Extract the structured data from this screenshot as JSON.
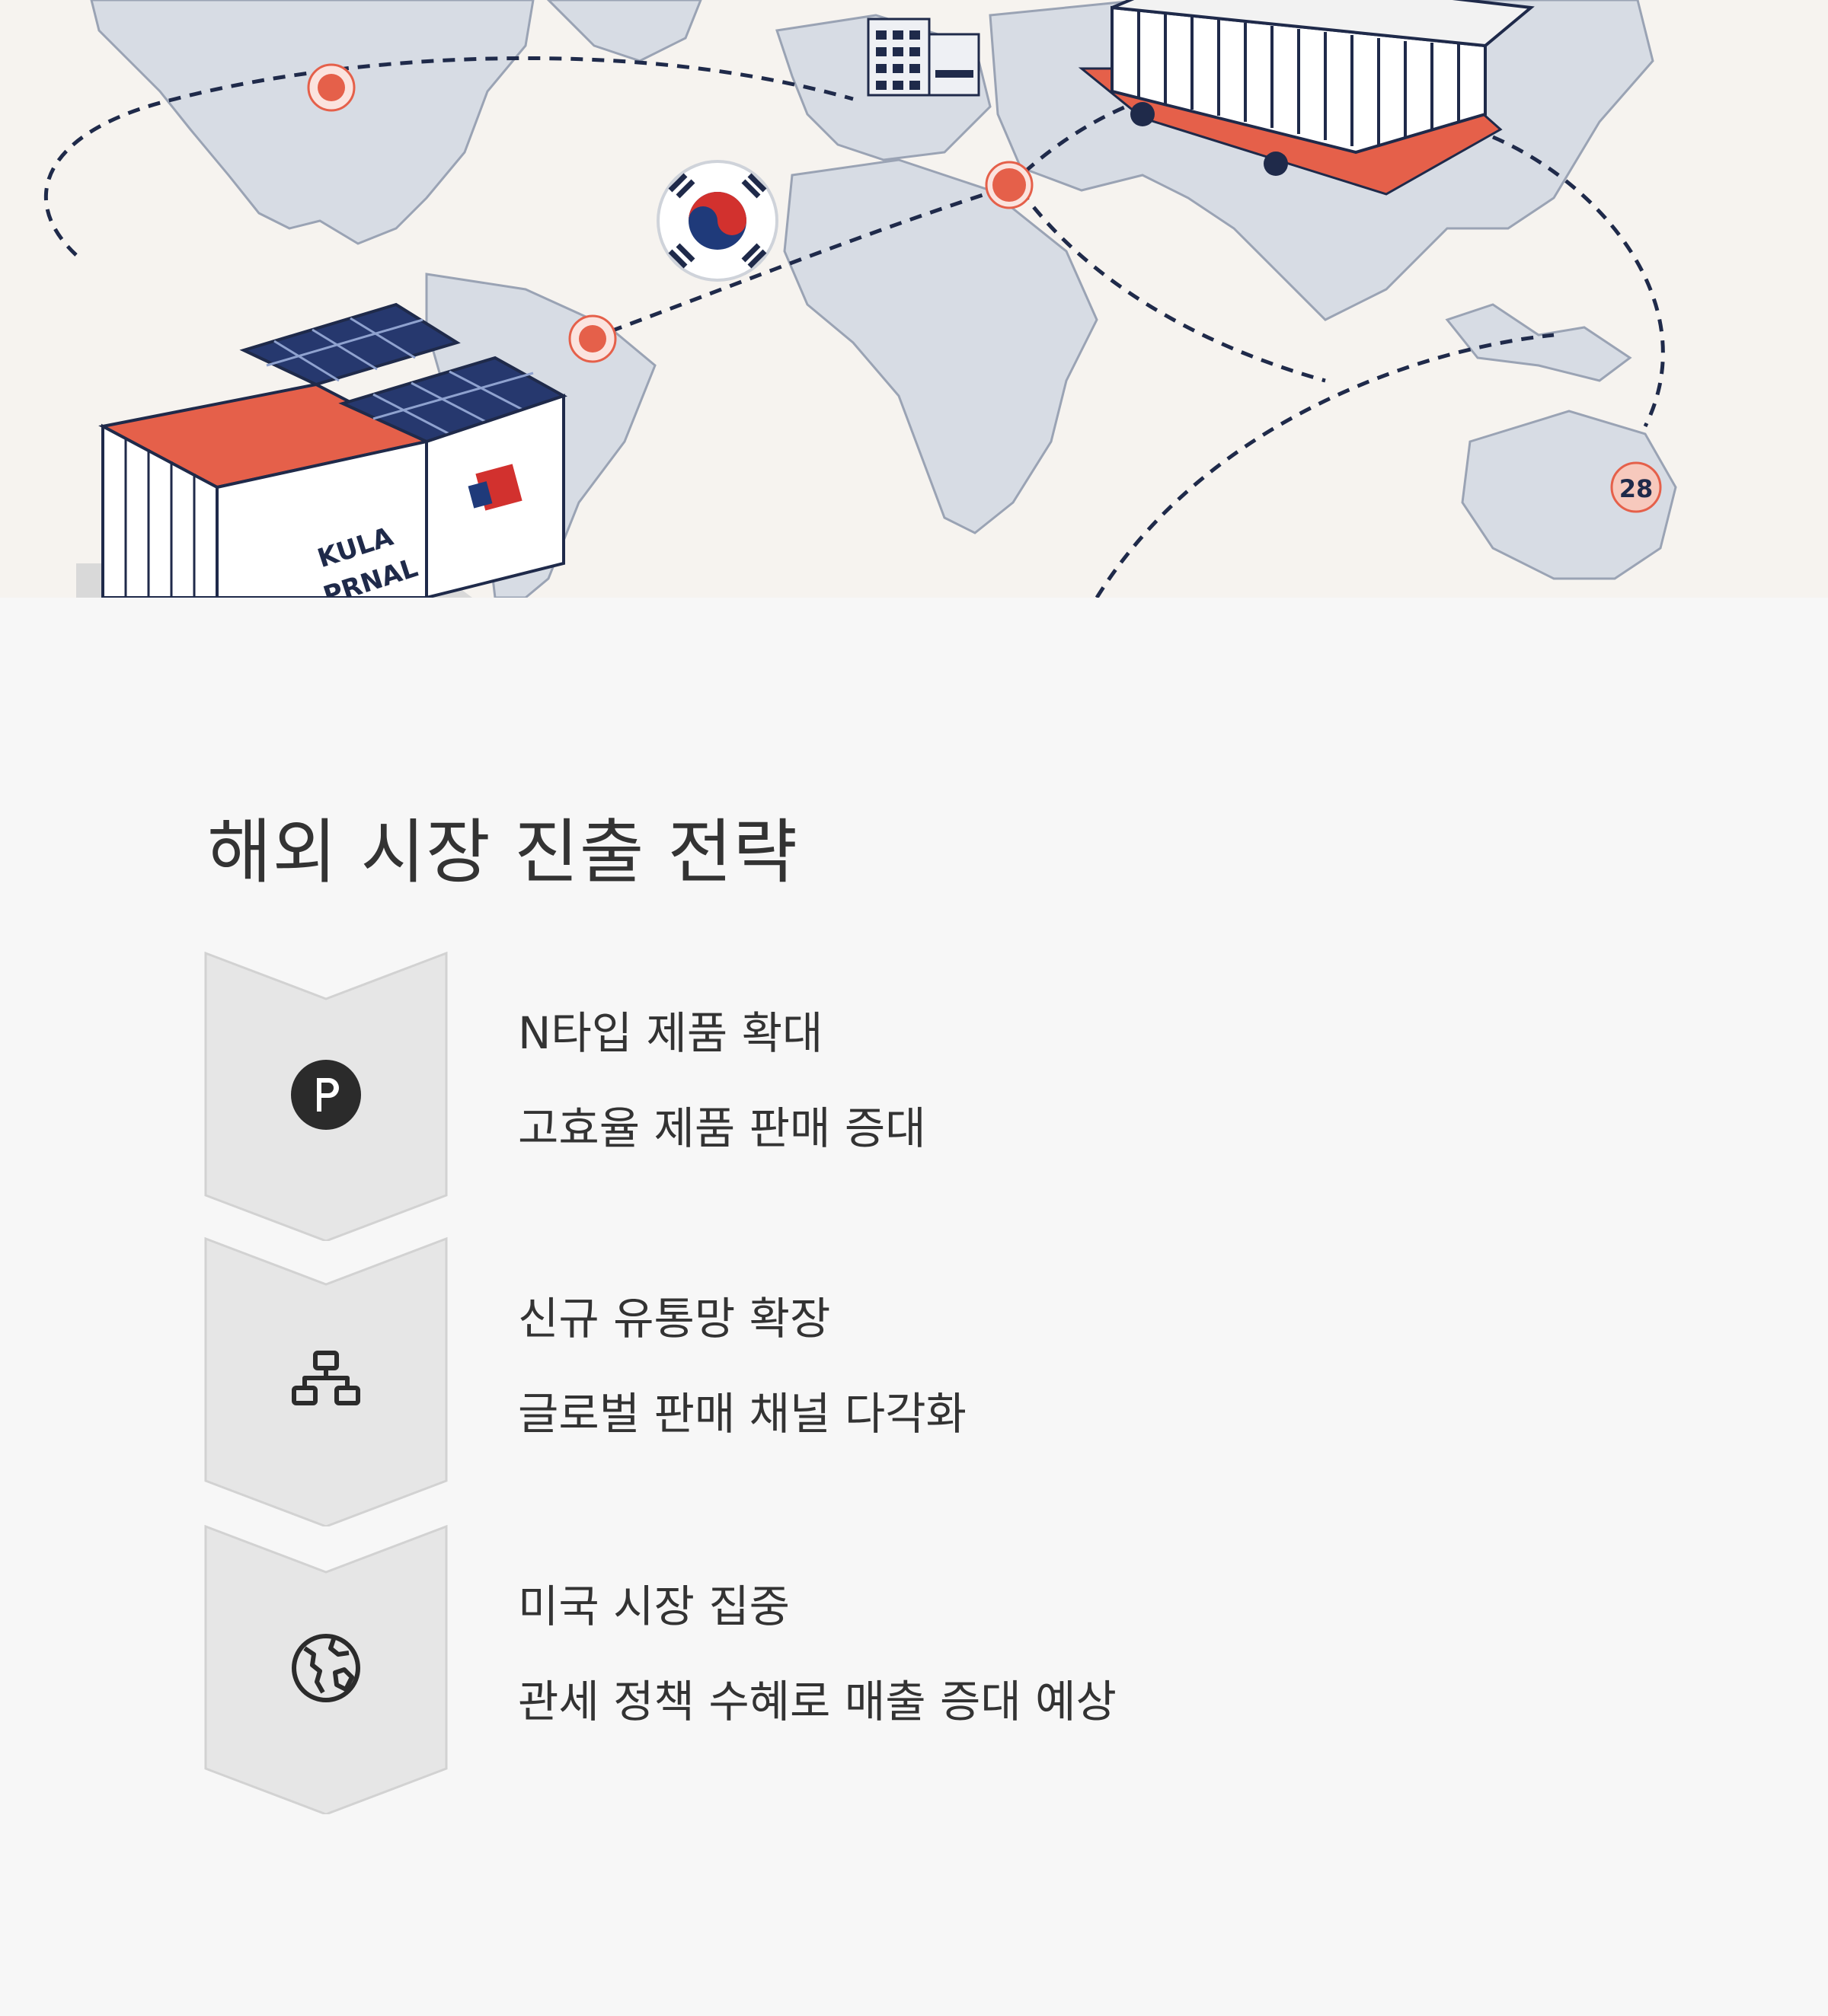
{
  "hero": {
    "container_left": {
      "label_line1": "KULA",
      "label_line2": "PRNAL"
    },
    "badge_number": "28"
  },
  "colors": {
    "accent": "#e5604a",
    "navy": "#1f2a4a",
    "chevron": "#e6e6e6",
    "text": "#333333"
  },
  "section": {
    "title": "해외 시장 진출 전략",
    "steps": [
      {
        "icon": "parking-icon",
        "line1": "N타입 제품 확대",
        "line2": "고효율 제품 판매 증대"
      },
      {
        "icon": "network-icon",
        "line1": "신규 유통망 확장",
        "line2": "글로벌 판매 채널 다각화"
      },
      {
        "icon": "globe-icon",
        "line1": "미국 시장 집중",
        "line2": "관세 정책 수혜로 매출 증대 예상"
      }
    ]
  }
}
